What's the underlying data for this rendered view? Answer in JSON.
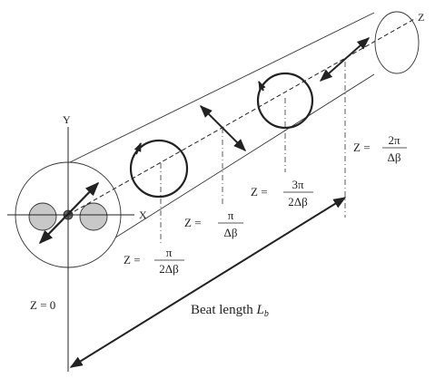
{
  "axes": {
    "x_label": "X",
    "y_label": "Y",
    "z_label": "Z"
  },
  "positions": [
    {
      "prefix": "Z =",
      "numerator": "π",
      "denominator": "2Δβ",
      "state": "circular"
    },
    {
      "prefix": "Z =",
      "numerator": "π",
      "denominator": "Δβ",
      "state": "linear"
    },
    {
      "prefix": "Z =",
      "numerator": "3π",
      "denominator": "2Δβ",
      "state": "circular"
    },
    {
      "prefix": "Z =",
      "numerator": "2π",
      "denominator": "Δβ",
      "state": "linear"
    }
  ],
  "origin_label": "Z = 0",
  "beat_length": {
    "text": "Beat length ",
    "symbol": "L",
    "subscript": "b"
  },
  "colors": {
    "line": "#222222",
    "core_fill": "#c8c8c8",
    "center_fill": "#666666"
  }
}
